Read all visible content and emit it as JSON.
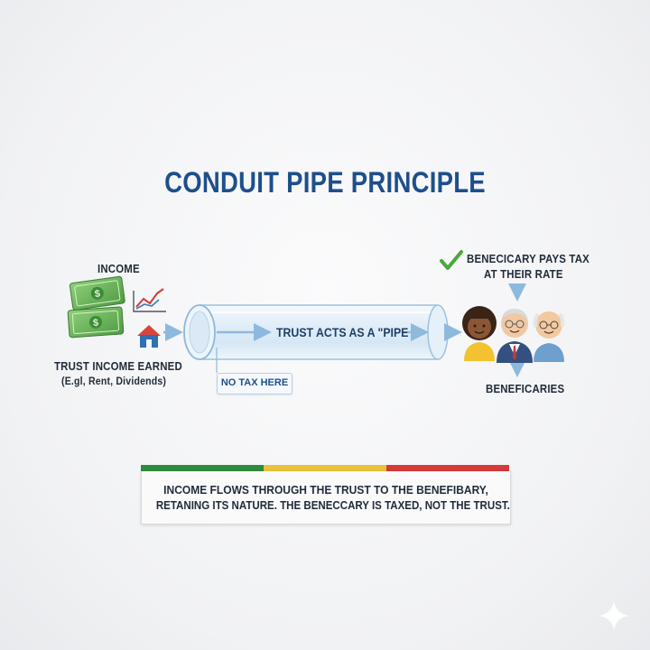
{
  "title": "CONDUIT PIPE PRINCIPLE",
  "income": {
    "label": "INCOME",
    "source_line1": "TRUST INCOME EARNED",
    "source_line2": "(E.gl, Rent, Dividends)"
  },
  "pipe": {
    "label": "TRUST ACTS AS A \"PIPE",
    "no_tax_label": "NO TAX HERE"
  },
  "beneficiary": {
    "pays_line1": "BENECICARY PAYS TAX",
    "pays_line2": "AT THEIR RATE",
    "label": "BENEFICARIES"
  },
  "summary": {
    "line1": "INCOME FLOWS THROUGH THE TRUST TO THE BENEFIBARY,",
    "line2": "RETANING ITS NATURE. THE BENECCARY IS TAXED, NOT THE TRUST."
  },
  "colors": {
    "title": "#1d4f8c",
    "bar": [
      "#2e8b3d",
      "#e8c23a",
      "#d63a3a"
    ],
    "money": "#5aa84c",
    "check": "#4aa83b",
    "arrow": "#9cc3e3"
  },
  "icons": [
    "money-stack-icon",
    "growth-chart-icon",
    "house-icon",
    "check-icon",
    "person-icon",
    "sparkle-icon"
  ]
}
